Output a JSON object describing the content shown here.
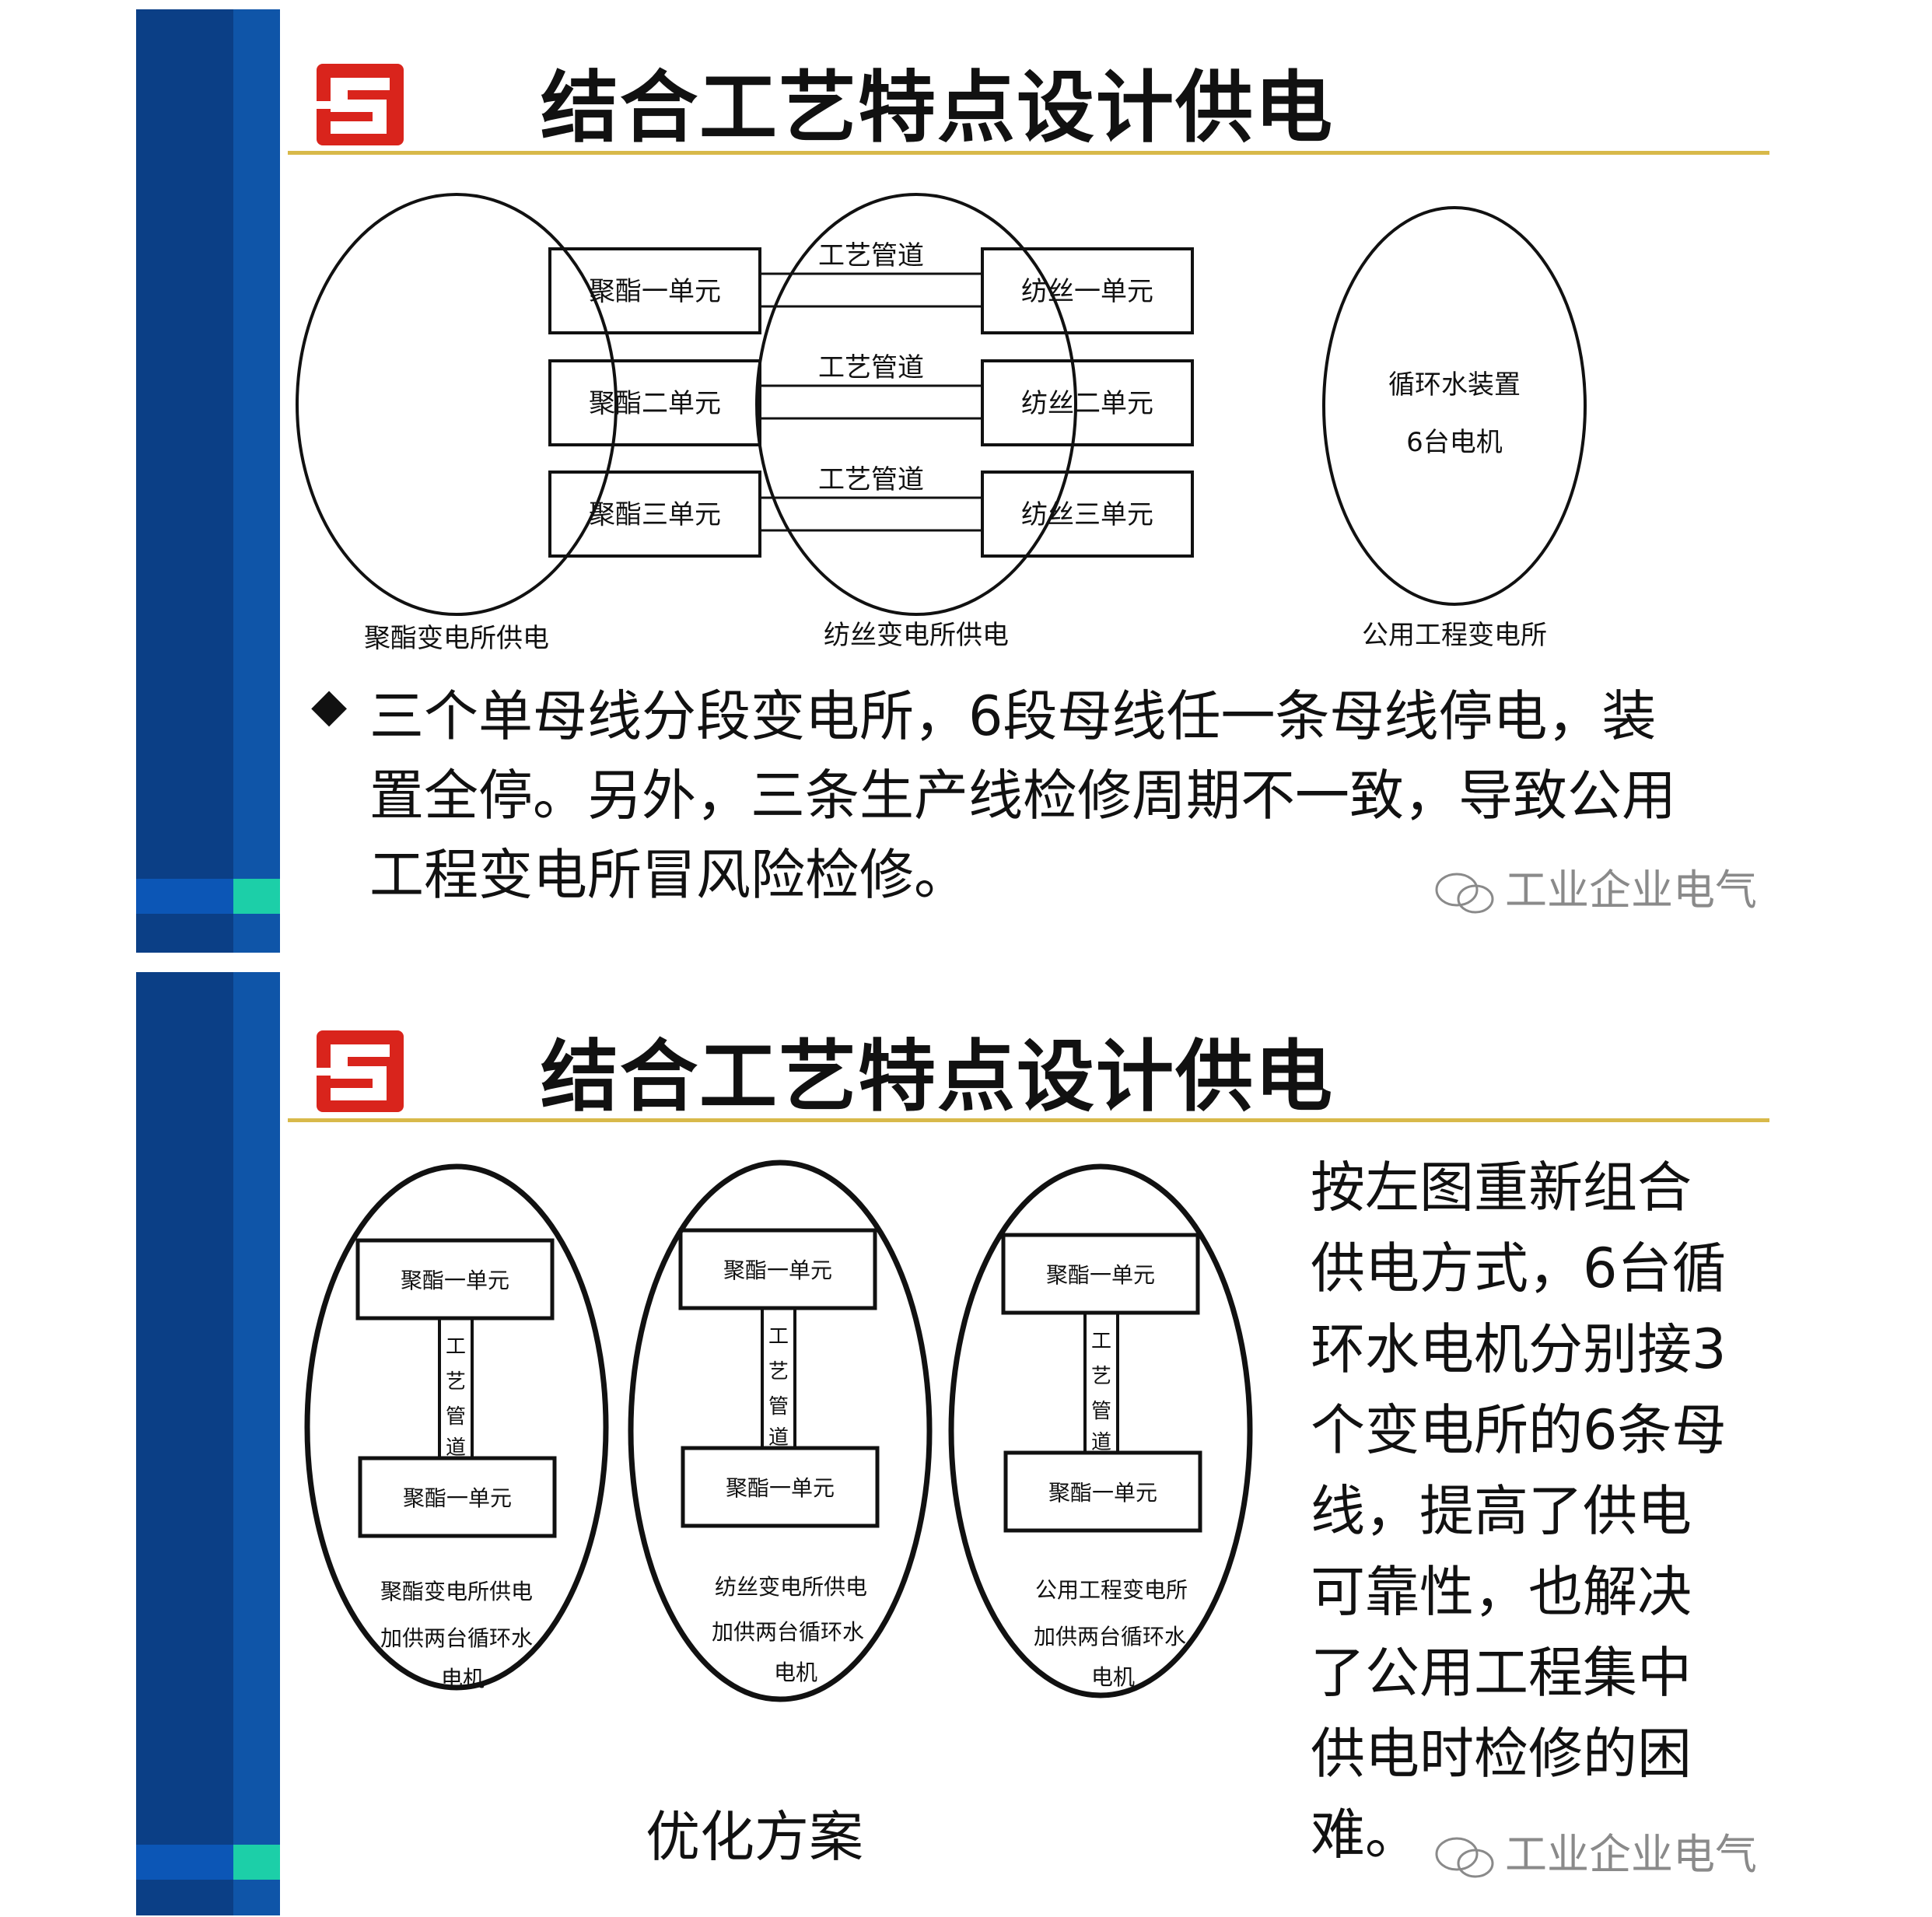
{
  "slide1": {
    "title": "结合工艺特点设计供电",
    "diagram": {
      "left_units": [
        "聚酯一单元",
        "聚酯二单元",
        "聚酯三单元"
      ],
      "right_units": [
        "纺丝一单元",
        "纺丝二单元",
        "纺丝三单元"
      ],
      "pipe_labels": [
        "工艺管道",
        "工艺管道",
        "工艺管道"
      ],
      "third_circle_lines": [
        "循环水装置",
        "6台电机"
      ],
      "captions": [
        "聚酯变电所供电",
        "纺丝变电所供电",
        "公用工程变电所"
      ]
    },
    "bullet_text": [
      "三个单母线分段变电所，6段母线任一条母线停电，装",
      "置全停。另外，三条生产线检修周期不一致，导致公用",
      "工程变电所冒风险检修。"
    ],
    "watermark": "工业企业电气"
  },
  "slide2": {
    "title": "结合工艺特点设计供电",
    "groups": [
      {
        "top_unit": "聚酯一单元",
        "pipe": [
          "工",
          "艺",
          "管",
          "道"
        ],
        "bottom_unit": "聚酯一单元",
        "substation": "聚酯变电所供电",
        "extra_line1": "加供两台循环水",
        "extra_line2": "电机"
      },
      {
        "top_unit": "聚酯一单元",
        "pipe": [
          "工",
          "艺",
          "管",
          "道"
        ],
        "bottom_unit": "聚酯一单元",
        "substation": "纺丝变电所供电",
        "extra_line1": "加供两台循环水",
        "extra_line2": "电机"
      },
      {
        "top_unit": "聚酯一单元",
        "pipe": [
          "工",
          "艺",
          "管",
          "道"
        ],
        "bottom_unit": "聚酯一单元",
        "substation": "公用工程变电所",
        "extra_line1": "加供两台循环水",
        "extra_line2": "电机"
      }
    ],
    "caption": "优化方案",
    "right_text": [
      "按左图重新组合",
      "供电方式，6台循",
      "环水电机分别接3",
      "个变电所的6条母",
      "线，提高了供电",
      "可靠性，也解决",
      "了公用工程集中",
      "供电时检修的困",
      "难。"
    ],
    "watermark": "工业企业电气"
  },
  "colors": {
    "bar_dark": "#0b3f86",
    "bar_light": "#0f55a8",
    "accent_teal": "#1ccfa8",
    "logo_red": "#d9241c",
    "rule_gold": "#d8b94a"
  },
  "icons": [
    "logo-icon",
    "wechat-icon",
    "diamond-bullet-icon"
  ]
}
